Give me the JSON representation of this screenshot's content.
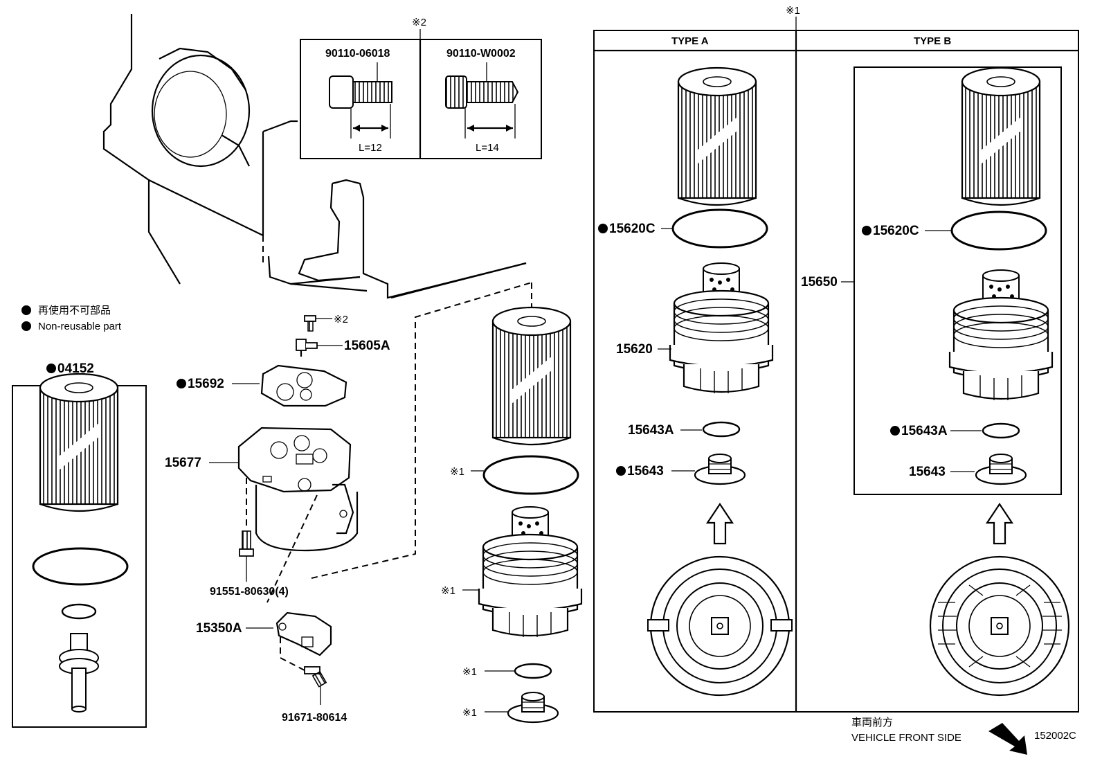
{
  "legend": {
    "jp": "再使用不可部品",
    "en": "Non-reusable part"
  },
  "bolt_box": {
    "ref": "※2",
    "left_part": "90110-06018",
    "left_len": "L=12",
    "right_part": "90110-W0002",
    "right_len": "L=14"
  },
  "parts": {
    "p04152": "04152",
    "p15692": "15692",
    "p15677": "15677",
    "p15605A": "15605A",
    "p91551": "91551-80630(4)",
    "p15350A": "15350A",
    "p91671": "91671-80614",
    "ref2_small": "※2",
    "ref1_gasket": "※1",
    "ref1_cap": "※1",
    "ref1_ring": "※1",
    "ref1_plug": "※1"
  },
  "types_box": {
    "ref": "※1",
    "type_a": "TYPE A",
    "type_b": "TYPE B",
    "a_oring": "15620C",
    "a_cap": "15620",
    "a_ring": "15643A",
    "a_plug": "15643",
    "b_assy": "15650",
    "b_oring": "15620C",
    "b_ring": "15643A",
    "b_plug": "15643"
  },
  "footer": {
    "jp": "車両前方",
    "en": "VEHICLE FRONT SIDE",
    "code": "152002C"
  }
}
